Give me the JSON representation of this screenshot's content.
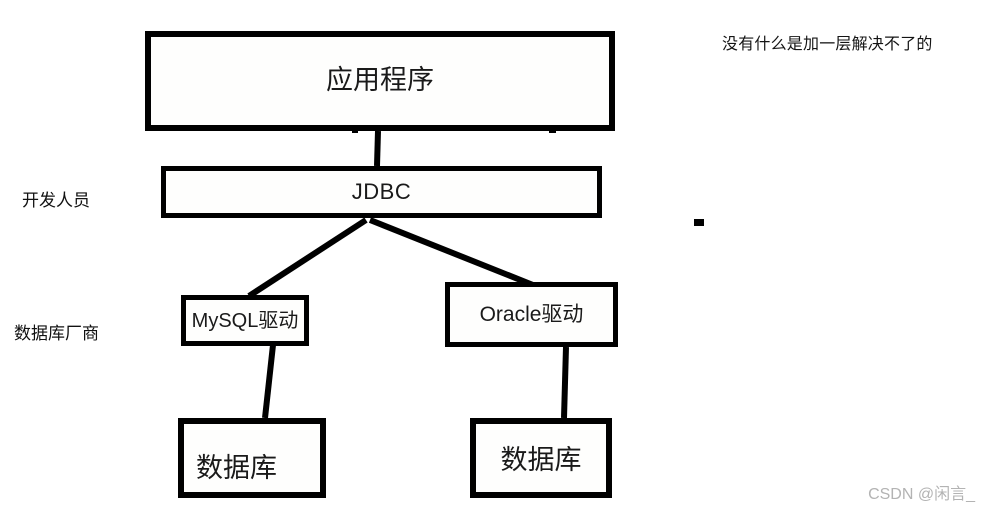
{
  "diagram": {
    "title_note": "没有什么是加一层解决不了的",
    "watermark": "CSDN @闲言_",
    "stroke_color": "#000000",
    "background_color": "#ffffff",
    "nodes": [
      {
        "id": "app",
        "label": "应用程序",
        "layer": "application"
      },
      {
        "id": "jdbc",
        "label": "JDBC",
        "layer": "api"
      },
      {
        "id": "mysql_driver",
        "label": "MySQL驱动",
        "layer": "driver"
      },
      {
        "id": "oracle_driver",
        "label": "Oracle驱动",
        "layer": "driver"
      },
      {
        "id": "db_left",
        "label": "数据库",
        "layer": "database"
      },
      {
        "id": "db_right",
        "label": "数据库",
        "layer": "database"
      }
    ],
    "side_labels": [
      {
        "id": "developer",
        "label": "开发人员"
      },
      {
        "id": "db_vendor",
        "label": "数据库厂商"
      }
    ],
    "edges": [
      {
        "from": "app",
        "to": "jdbc"
      },
      {
        "from": "jdbc",
        "to": "mysql_driver"
      },
      {
        "from": "jdbc",
        "to": "oracle_driver"
      },
      {
        "from": "mysql_driver",
        "to": "db_left"
      },
      {
        "from": "oracle_driver",
        "to": "db_right"
      }
    ]
  }
}
